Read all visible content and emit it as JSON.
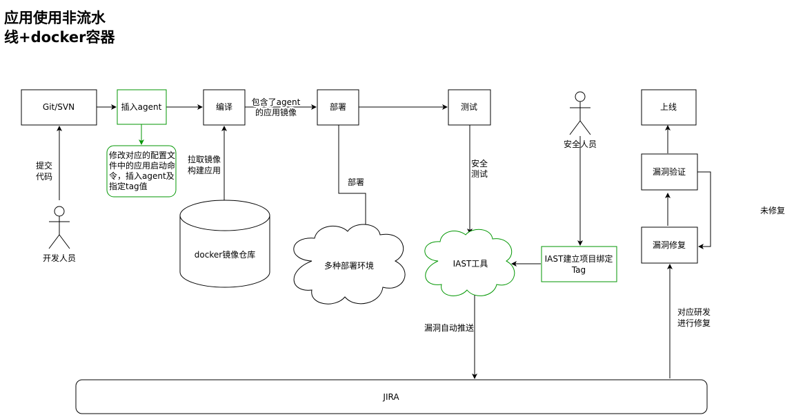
{
  "title": {
    "line1": "应用使用非流水",
    "line2": "线+docker容器"
  },
  "nodes": {
    "git": "Git/SVN",
    "insert_agent": "插入agent",
    "compile": "编译",
    "deploy": "部署",
    "test": "测试",
    "release": "上线",
    "verify": "漏洞验证",
    "fix": "漏洞修复",
    "iast_bind": [
      "IAST建立项目绑定",
      "Tag"
    ],
    "iast_tool": "IAST工具",
    "env": "多种部署环境",
    "registry": "docker镜像仓库",
    "jira": "JIRA",
    "note": [
      "修改对应的配置文",
      "件中的应用启动命",
      "令，插入agent及",
      "指定tag值"
    ]
  },
  "actors": {
    "developer": "开发人员",
    "security": "安全人员"
  },
  "edge_labels": {
    "submit_code": [
      "提交",
      "代码"
    ],
    "pull_image": [
      "拉取镜像",
      "构建应用"
    ],
    "image_with_agent": [
      "包含了agent",
      "的应用镜像"
    ],
    "deploy_to_env": "部署",
    "security_test": [
      "安全",
      "测试"
    ],
    "auto_push": "漏洞自动推送",
    "fix_assign": [
      "对应研发",
      "进行修复"
    ],
    "not_fixed": "未修复"
  },
  "colors": {
    "stroke": "#000000",
    "green": "#009600"
  }
}
